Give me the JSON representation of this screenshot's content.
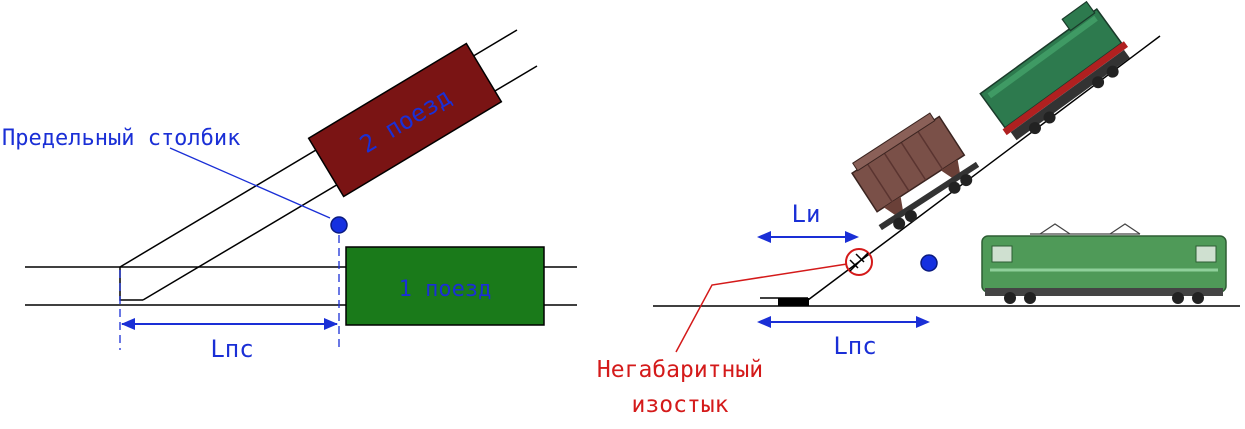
{
  "left_diagram": {
    "train_2_label": "2 поезд",
    "train_1_label": "1 поезд",
    "clearance_post_label": "Предельный столбик",
    "distance_label": "Lпс"
  },
  "right_diagram": {
    "short_distance_label": "Lи",
    "distance_label": "Lпс",
    "insulated_joint_label_line1": "Негабаритный",
    "insulated_joint_label_line2": "изостык"
  },
  "colors": {
    "train_2_fill": "#7a1414",
    "train_1_fill": "#1a7a1a",
    "annotation_blue": "#1a2fd6",
    "annotation_red": "#d41a1a",
    "track": "#000000",
    "post_blue": "#1530e0"
  }
}
